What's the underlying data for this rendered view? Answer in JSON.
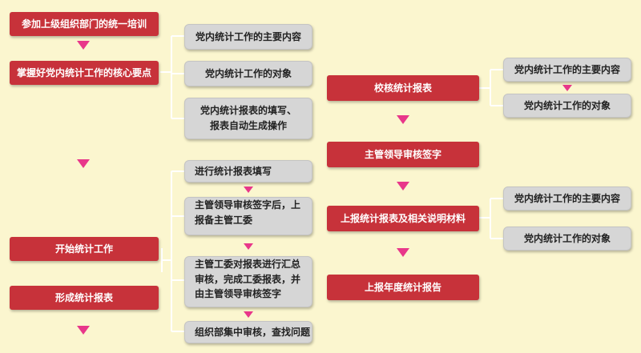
{
  "left": {
    "step1": "参加上级组织部门的统一培训",
    "step2": "掌握好党内统计工作的核心要点",
    "step3": "开始统计工作",
    "step4": "形成统计报表",
    "core_points": [
      "党内统计工作的主要内容",
      "党内统计工作的对象",
      "党内统计报表的填写、",
      "报表自动生成操作"
    ],
    "work_steps": [
      "进行统计报表填写",
      "主管领导审核签字后，上",
      "报备主管工委",
      "主管工委对报表进行汇总",
      "审核，完成工委报表，并",
      "由主管领导审核签字",
      "组织部集中审核，查找问题"
    ]
  },
  "right": {
    "step1": "校核统计报表",
    "step2": "主管领导审核签字",
    "step3": "上报统计报表及相关说明材料",
    "step4": "上报年度统计报告",
    "check_items": [
      "党内统计工作的主要内容",
      "党内统计工作的对象"
    ],
    "report_items": [
      "党内统计工作的主要内容",
      "党内统计工作的对象"
    ]
  },
  "colors": {
    "red_box": "#c7323a",
    "grey_box": "#d6d6d6",
    "arrow": "#e8378a",
    "background": "#fbf6cf",
    "line": "#ffffff"
  }
}
